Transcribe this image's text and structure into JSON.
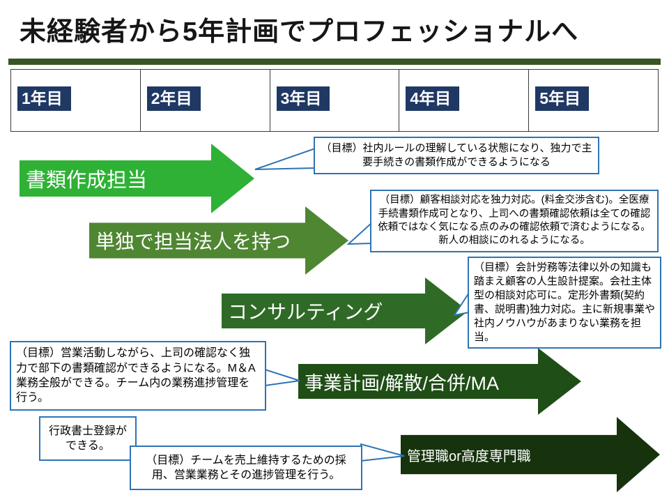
{
  "title": "未経験者から5年計画でプロフェッショナルへ",
  "timeline": {
    "years": [
      "1年目",
      "2年目",
      "3年目",
      "4年目",
      "5年目"
    ]
  },
  "arrows": [
    {
      "label": "書類作成担当",
      "color": "#2eb135"
    },
    {
      "label": "単独で担当法人を持つ",
      "color": "#4f8632"
    },
    {
      "label": "コンサルティング",
      "color": "#2f6b26"
    },
    {
      "label": "事業計画/解散/合併/MA",
      "color": "#1f4e16"
    },
    {
      "label": "管理職or高度専門職",
      "color": "#16330d"
    }
  ],
  "callouts": [
    {
      "text": "（目標）社内ルールの理解している状態になり、独力で主要手続きの書類作成ができるようになる"
    },
    {
      "text": "（目標）顧客相談対応を独力対応。(料金交渉含む)。全医療手続書類作成可となり、上司への書類確認依頼は全ての確認依頼ではなく気になる点のみの確認依頼で済むようになる。新人の相談にのれるようになる。"
    },
    {
      "text": "（目標）会計労務等法律以外の知識も踏まえ顧客の人生設計提案。会社主体型の相談対応可に。定形外書類(契約書、説明書)独力対応。主に新規事業や社内ノウハウがあまりない業務を担当。"
    },
    {
      "text": "（目標）営業活動しながら、上司の確認なく独力で部下の書類確認ができるようになる。M＆A業務全般ができる。チーム内の業務進捗管理を行う。"
    },
    {
      "text": "行政書士登録ができる。"
    },
    {
      "text": "（目標）チームを売上維持するための採用、営業業務とその進捗管理を行う。"
    }
  ],
  "colors": {
    "divider": "#375623",
    "year_label_bg": "#1f3864",
    "callout_border": "#2e74b5"
  }
}
